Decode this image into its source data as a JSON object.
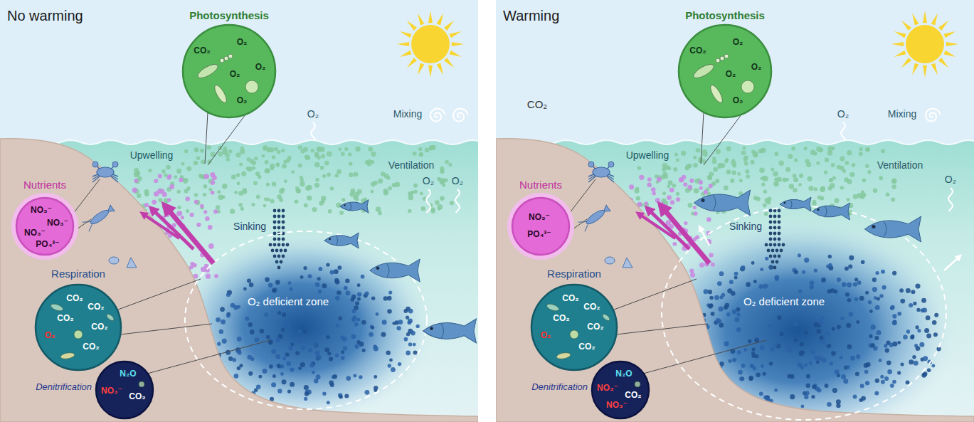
{
  "diagram": {
    "nodes": [
      {
        "text": [
          "Photosynthesis",
          "CO₂",
          "O₂",
          "O₂",
          "O₂",
          "O₂"
        ]
      },
      {
        "text": [
          "Nutrients",
          "NO₃⁻",
          "NO₃⁻",
          "NO₃⁻",
          "PO₄³⁻"
        ]
      },
      {
        "text": [
          "Respiration",
          "CO₂",
          "CO₂",
          "CO₂",
          "CO₂",
          "O₂",
          "CO₂"
        ]
      },
      {
        "text": [
          "Denitrification",
          "N₂O",
          "NO₃⁻",
          "CO₂"
        ]
      },
      {
        "text": [
          "Photosynthesis",
          "CO₂",
          "O₂",
          "O₂",
          "O₂",
          "O₂"
        ]
      },
      {
        "text": [
          "Nutrients",
          "NO₃⁻",
          "PO₄³⁻"
        ]
      },
      {
        "text": [
          "Respiration",
          "CO₂",
          "CO₂",
          "CO₂",
          "CO₂",
          "O₂",
          "CO₂"
        ]
      },
      {
        "text": [
          "Denitrification",
          "N₂O",
          "NO₃⁻",
          "CO₂",
          "NO₃⁻"
        ]
      }
    ],
    "labels": [
      "No warming",
      "O₂",
      "Mixing",
      "Upwelling",
      "Ventilation",
      "O₂",
      "O₂",
      "Sinking",
      "O₂ deficient zone",
      "Warming",
      "CO₂",
      "O₂",
      "Mixing",
      "Upwelling",
      "Ventilation",
      "O₂",
      "Sinking",
      "O₂ deficient zone"
    ]
  }
}
